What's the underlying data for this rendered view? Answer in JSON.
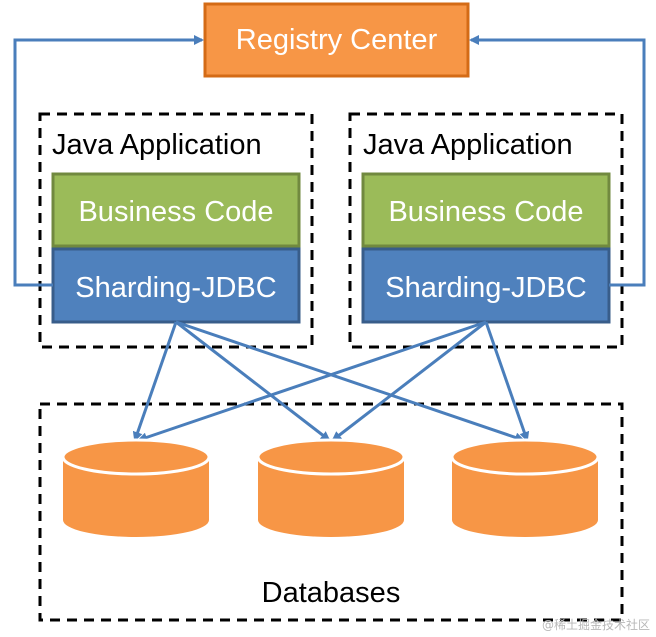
{
  "registry": {
    "label": "Registry Center"
  },
  "apps": [
    {
      "title": "Java Application",
      "business_label": "Business Code",
      "sharding_label": "Sharding-JDBC"
    },
    {
      "title": "Java Application",
      "business_label": "Business Code",
      "sharding_label": "Sharding-JDBC"
    }
  ],
  "databases": {
    "label": "Databases",
    "count": 3
  },
  "watermark": "@稀土掘金技术社区",
  "colors": {
    "registry_fill": "#f79646",
    "registry_border": "#d46b16",
    "business_fill": "#9bbb59",
    "business_border": "#71893f",
    "sharding_fill": "#4f81bd",
    "sharding_border": "#385d8a",
    "arrow": "#4a7ebb",
    "db_fill": "#f79646",
    "db_rim": "#ffffff",
    "dashed_border": "#000000"
  }
}
